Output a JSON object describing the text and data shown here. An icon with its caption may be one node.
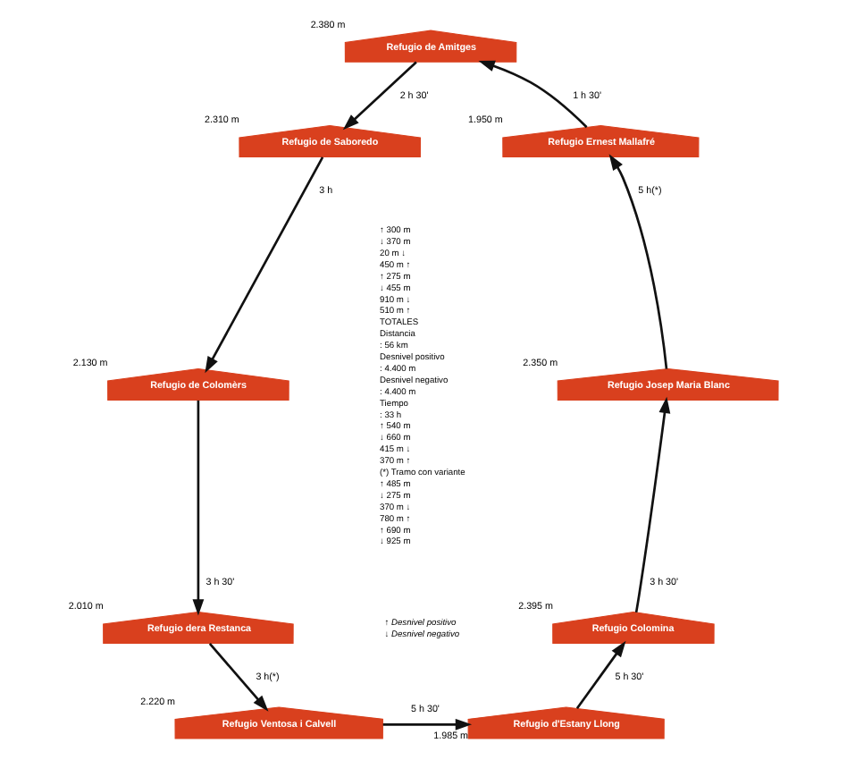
{
  "diagram": {
    "nodes": [
      {
        "text": [
          "Refugio de Amitges"
        ],
        "beside": [
          "2.380 m"
        ]
      },
      {
        "text": [
          "Refugio de Saboredo"
        ],
        "beside": [
          "2.310 m"
        ]
      },
      {
        "text": [
          "Refugio de Colomèrs"
        ],
        "beside": [
          "2.130 m"
        ]
      },
      {
        "text": [
          "Refugio dera Restanca"
        ],
        "beside": [
          "2.010 m"
        ]
      },
      {
        "text": [
          "Refugio Ventosa i Calvell"
        ],
        "beside": [
          "2.220 m"
        ]
      },
      {
        "text": [
          "Refugio d'Estany Llong"
        ],
        "beside": [
          "1.985 m"
        ]
      },
      {
        "text": [
          "Refugio Colomina"
        ],
        "beside": [
          "2.395 m"
        ]
      },
      {
        "text": [
          "Refugio Josep Maria Blanc"
        ],
        "beside": [
          "2.350 m"
        ]
      },
      {
        "text": [
          "Refugio Ernest Mallafré"
        ],
        "beside": [
          "1.950 m"
        ]
      }
    ],
    "edges": [
      {
        "from": 0,
        "to": 1,
        "arrow": "to",
        "label": "2 h 30'"
      },
      {
        "from": 1,
        "to": 2,
        "arrow": "to",
        "label": "3 h"
      },
      {
        "from": 2,
        "to": 3,
        "arrow": "to",
        "label": "3 h 30'"
      },
      {
        "from": 3,
        "to": 4,
        "arrow": "to",
        "label": "3 h(*)"
      },
      {
        "from": 4,
        "to": 5,
        "arrow": "to",
        "label": "5 h 30'"
      },
      {
        "from": 5,
        "to": 6,
        "arrow": "to",
        "label": "5 h 30'"
      },
      {
        "from": 6,
        "to": 7,
        "arrow": "to",
        "label": "3 h 30'"
      },
      {
        "from": 7,
        "to": 8,
        "arrow": "to",
        "label": "5 h(*)"
      },
      {
        "from": 8,
        "to": 0,
        "arrow": "to",
        "label": "1 h 30'"
      }
    ],
    "labels": [
      "↑ 300 m",
      "↓ 370 m",
      "20 m ↓",
      "450 m ↑",
      "↑ 275 m",
      "↓ 455 m",
      "910 m ↓",
      "510 m ↑",
      "TOTALES",
      "Distancia",
      ": 56 km",
      "Desnivel positivo",
      ": 4.400 m",
      "Desnivel negativo",
      ": 4.400 m",
      "Tiempo",
      ": 33 h",
      "↑ 540 m",
      "↓ 660 m",
      "415 m ↓",
      "370 m ↑",
      "(*) Tramo con variante",
      "↑ 485 m",
      "↓ 275 m",
      "370 m ↓",
      "780 m ↑",
      "↑ 690 m",
      "↓ 925 m"
    ],
    "legend": [
      {
        "text": "↑ Desnivel positivo"
      },
      {
        "text": "↓ Desnivel negativo"
      }
    ]
  }
}
